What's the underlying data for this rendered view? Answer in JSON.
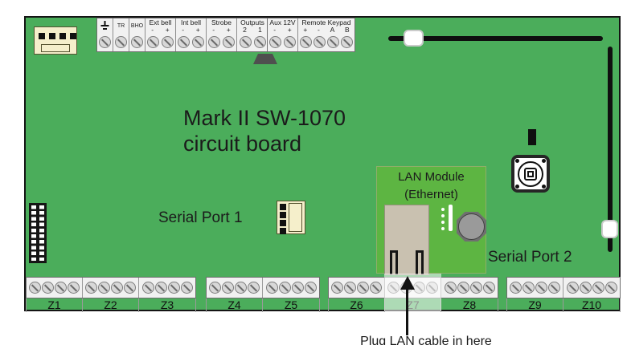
{
  "diagram": {
    "title_line1": "Mark II SW-1070",
    "title_line2": "circuit board",
    "serial_port_1": "Serial Port 1",
    "serial_port_2": "Serial Port 2",
    "lan_module_line1": "LAN Module",
    "lan_module_line2": "(Ethernet)",
    "annotation": {
      "text": "Plug LAN cable in here",
      "target_zone": "Z7"
    }
  },
  "colors": {
    "board_green": "#4bad5b",
    "lan_module_green": "#5db542",
    "terminal_strip": "#f1f1f1",
    "jack_tan": "#c9c1b0",
    "connector_cream": "#f5efcb"
  },
  "top_terminals": {
    "block_a": {
      "cells": [
        {
          "icon": "earth-ground",
          "screws": 1
        },
        {
          "label": "TR",
          "screws": 1
        },
        {
          "label": "BHO",
          "screws": 1
        },
        {
          "label": "Ext bell",
          "sub": [
            "-",
            "+"
          ],
          "screws": 2
        },
        {
          "label": "Int bell",
          "sub": [
            "-",
            "+"
          ],
          "screws": 2
        },
        {
          "label": "Strobe",
          "sub": [
            "-",
            "+"
          ],
          "screws": 2
        },
        {
          "label": "Outputs",
          "sub": [
            "2",
            "1"
          ],
          "screws": 2
        }
      ]
    },
    "block_b": {
      "cells": [
        {
          "label": "Aux 12V",
          "sub": [
            "-",
            "+"
          ],
          "screws": 2
        },
        {
          "label": "Remote Keypad",
          "sub": [
            "+",
            "-",
            "A",
            "B"
          ],
          "screws": 4
        }
      ]
    }
  },
  "zone_strips": [
    {
      "zones": [
        {
          "label": "Z1"
        },
        {
          "label": "Z2"
        },
        {
          "label": "Z3"
        }
      ]
    },
    {
      "zones": [
        {
          "label": "Z4"
        },
        {
          "label": "Z5"
        }
      ]
    },
    {
      "zones": [
        {
          "label": "Z6"
        },
        {
          "label": "Z7",
          "highlighted": true
        },
        {
          "label": "Z8"
        }
      ]
    },
    {
      "zones": [
        {
          "label": "Z9"
        },
        {
          "label": "Z10"
        }
      ]
    }
  ]
}
